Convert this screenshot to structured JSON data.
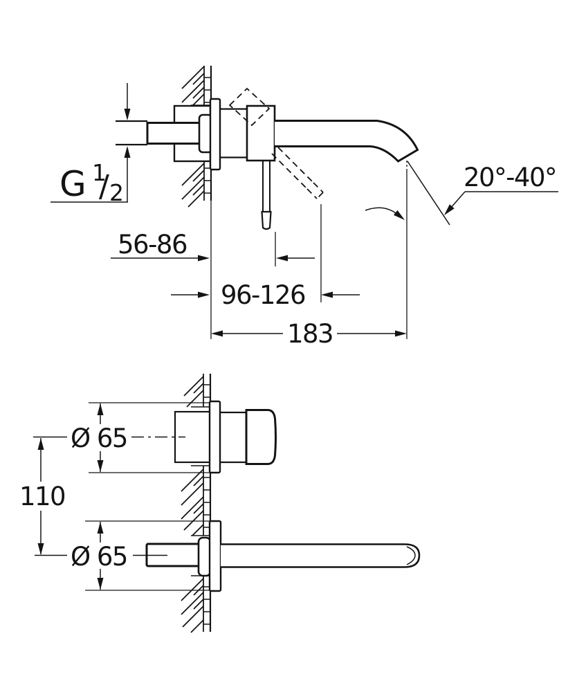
{
  "colors": {
    "line": "#141414",
    "background": "#ffffff"
  },
  "top_view": {
    "thread": {
      "prefix": "G",
      "numerator": "1",
      "slash": "/",
      "denominator": "2"
    },
    "dims": {
      "depth": "56-86",
      "handle_clearance": "96-126",
      "projection": "183",
      "stream_angle": "20°-40°"
    }
  },
  "front_view": {
    "dims": {
      "diameter_top": "Ø 65",
      "diameter_bottom": "Ø 65",
      "center_distance": "110"
    }
  }
}
